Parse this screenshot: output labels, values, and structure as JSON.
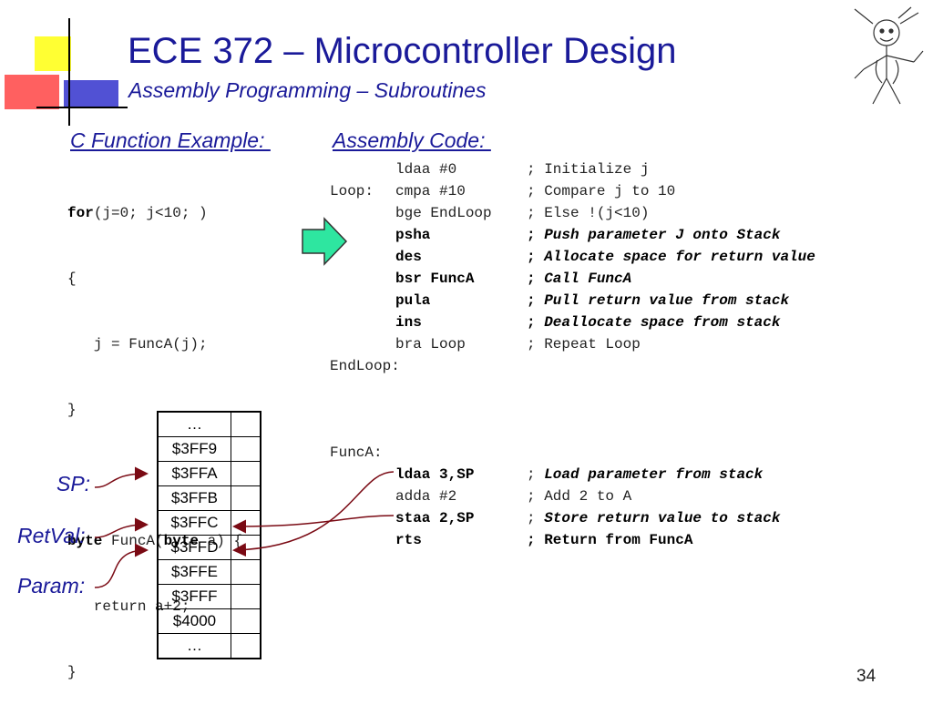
{
  "slide": {
    "title": "ECE 372 – Microcontroller Design",
    "subtitle": "Assembly Programming – Subroutines",
    "page_number": "34"
  },
  "c_section": {
    "header": "C Function Example: ",
    "lines": [
      [
        "for",
        "(j=0; j<10; )"
      ],
      [
        "",
        "{"
      ],
      [
        "",
        "   j = FuncA(j);"
      ],
      [
        "",
        "}"
      ],
      [
        "",
        ""
      ],
      [
        "byte",
        " FuncA("
      ],
      [
        "byte",
        " a) {"
      ],
      [
        "",
        "   return a+2;"
      ],
      [
        "",
        "}"
      ]
    ]
  },
  "asm_section": {
    "header": "Assembly Code: ",
    "main_lines": [
      {
        "label": "",
        "instr": "ldaa #0",
        "comment": "; Initialize j",
        "bold": false
      },
      {
        "label": "Loop:",
        "instr": "cmpa #10",
        "comment": "; Compare j to 10",
        "bold": false
      },
      {
        "label": "",
        "instr": "bge EndLoop",
        "comment": "; Else !(j<10)",
        "bold": false
      },
      {
        "label": "",
        "instr": "psha",
        "comment": "Push parameter J onto Stack",
        "bold": true
      },
      {
        "label": "",
        "instr": "des",
        "comment": "Allocate space for return value",
        "bold": true
      },
      {
        "label": "",
        "instr": "bsr FuncA",
        "comment": "Call FuncA",
        "bold": true
      },
      {
        "label": "",
        "instr": "pula",
        "comment": "Pull return value from stack",
        "bold": true
      },
      {
        "label": "",
        "instr": "ins",
        "comment": "Deallocate space from stack",
        "bold": true
      },
      {
        "label": "",
        "instr": "bra Loop",
        "comment": "; Repeat Loop",
        "bold": false
      },
      {
        "label": "EndLoop:",
        "instr": "",
        "comment": "",
        "bold": false
      }
    ],
    "func_label": "FuncA:",
    "func_lines": [
      {
        "instr": "ldaa 3,SP",
        "comment": "Load parameter from stack",
        "bold": true,
        "italic": true
      },
      {
        "instr": "adda #2",
        "comment": "; Add 2 to A",
        "bold": false,
        "italic": false
      },
      {
        "instr": "staa 2,SP",
        "comment": "Store return value to stack",
        "bold": true,
        "italic": true
      },
      {
        "instr": "rts",
        "comment": "; Return from FuncA",
        "bold": true,
        "italic": false
      }
    ]
  },
  "stack": {
    "addresses": [
      "…",
      "$3FF9",
      "$3FFA",
      "$3FFB",
      "$3FFC",
      "$3FFD",
      "$3FFE",
      "$3FFF",
      "$4000",
      "…"
    ],
    "labels": {
      "sp": "SP:",
      "retval": "RetVal:",
      "param": "Param:"
    }
  },
  "colors": {
    "title": "#1a1a99",
    "arrow_fill": "#2ee6a0",
    "wire": "#7a0a14"
  }
}
